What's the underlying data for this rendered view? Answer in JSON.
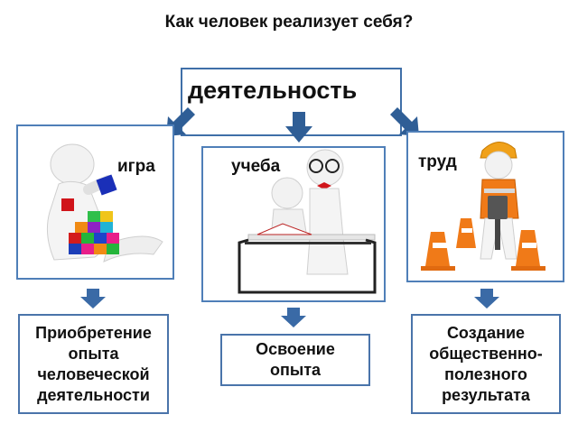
{
  "title": "Как человек реализует себя?",
  "main": {
    "label": "деятельность"
  },
  "branches": [
    {
      "label": "игра",
      "result_lines": [
        "Приобретение",
        "опыта",
        "человеческой",
        "деятельности"
      ]
    },
    {
      "label": "учеба",
      "result_lines": [
        "Освоение",
        "опыта"
      ]
    },
    {
      "label": "труд",
      "result_lines": [
        "Создание",
        "общественно-",
        "полезного",
        "результата"
      ]
    }
  ],
  "colors": {
    "border": "#3f6fa8",
    "arrow": "#2f5e96",
    "cone": "#f07a18"
  },
  "icons": [
    "arrow-down-left-icon",
    "arrow-down-icon",
    "arrow-down-right-icon",
    "play-figure-icon",
    "study-figures-icon",
    "worker-figure-icon"
  ]
}
